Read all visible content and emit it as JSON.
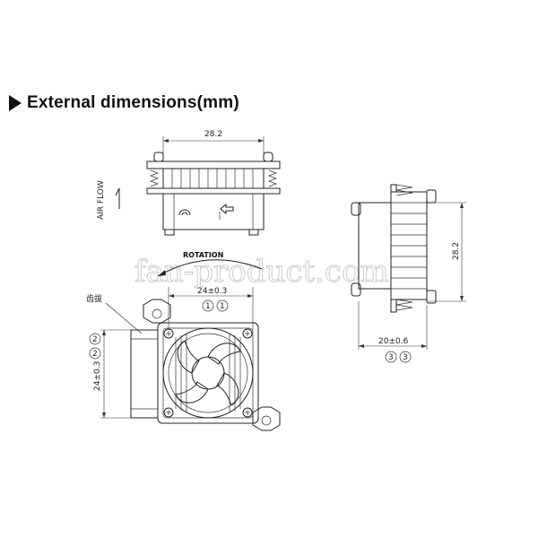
{
  "header": {
    "title": "External dimensions(mm)"
  },
  "watermark": "fan-product.com",
  "side_view": {
    "width_dim": "28.2",
    "air_flow_label": "AIR FLOW",
    "rotation_label": "ROTATION"
  },
  "right_view": {
    "height_dim": "28.2",
    "depth_dim": "20±0.6",
    "markers": [
      "3",
      "3"
    ]
  },
  "front_view": {
    "top_dim": "24±0.3",
    "top_markers": [
      "1",
      "1"
    ],
    "left_dim": "24±0.3",
    "left_markers": [
      "2",
      "2"
    ],
    "callout_label": "齿拔"
  }
}
